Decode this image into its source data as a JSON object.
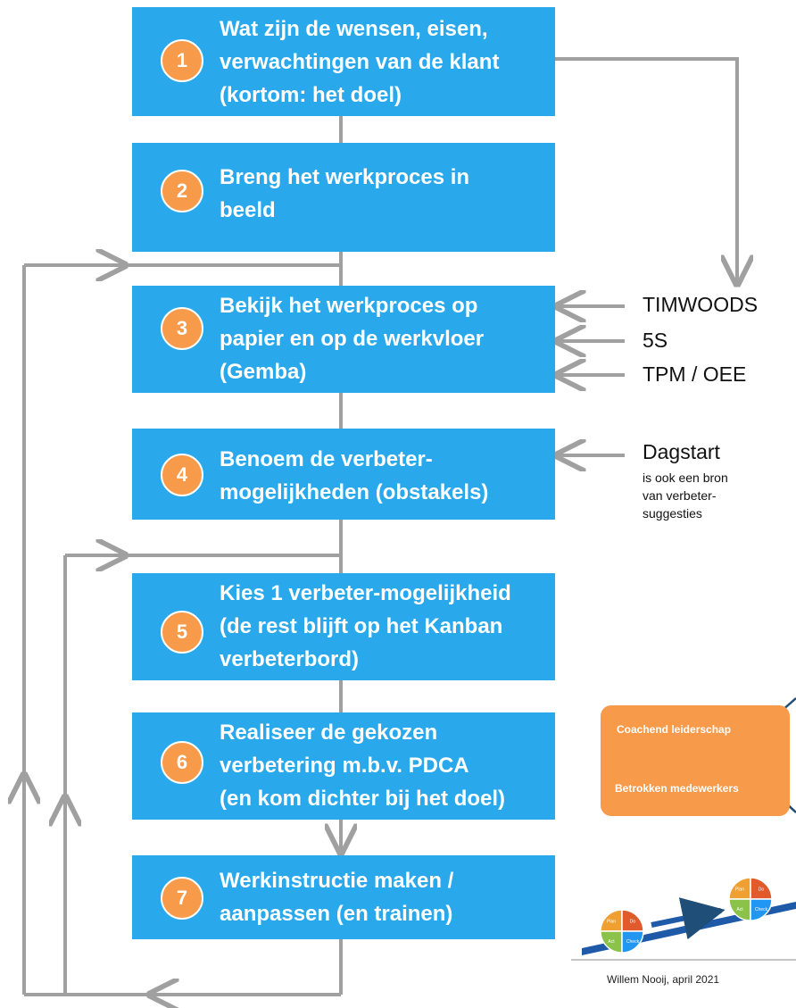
{
  "steps": [
    {
      "number": "1",
      "text": "Wat zijn de wensen, eisen,\nverwachtingen van de klant\n(kortom: het doel)"
    },
    {
      "number": "2",
      "text": "Breng het werkproces in\nbeeld"
    },
    {
      "number": "3",
      "text": "Bekijk het werkproces op\npapier en op de werkvloer\n(Gemba)"
    },
    {
      "number": "4",
      "text": "Benoem de verbeter-\nmogelijkheden (obstakels)"
    },
    {
      "number": "5",
      "text": "Kies 1 verbeter-mogelijkheid\n(de rest blijft op het Kanban\nverbeterbord)"
    },
    {
      "number": "6",
      "text": "Realiseer de gekozen\nverbetering m.b.v. PDCA\n(en kom dichter bij het doel)"
    },
    {
      "number": "7",
      "text": "Werkinstructie maken /\naanpassen (en trainen)"
    }
  ],
  "inputs": {
    "timwoods": "TIMWOODS",
    "five_s": "5S",
    "tpm": "TPM / OEE",
    "dagstart": "Dagstart",
    "dagstart_note": "is ook een bron\nvan verbeter-\nsuggesties"
  },
  "culture": {
    "coaching": "Coachend leiderschap",
    "engaged": "Betrokken medewerkers"
  },
  "pdca": {
    "plan": "Plan",
    "do": "Do",
    "check": "Check",
    "act": "Act",
    "colors": [
      "#F0A030",
      "#E05A2B",
      "#8BC34A",
      "#2196F3"
    ]
  },
  "credit": "Willem Nooij, april 2021",
  "colors": {
    "step_fill": "#29A8EC",
    "number_fill": "#F79A4A",
    "connector": "#A0A0A0",
    "culture_fill": "#F79A4A",
    "pointer": "#1F4E79"
  }
}
